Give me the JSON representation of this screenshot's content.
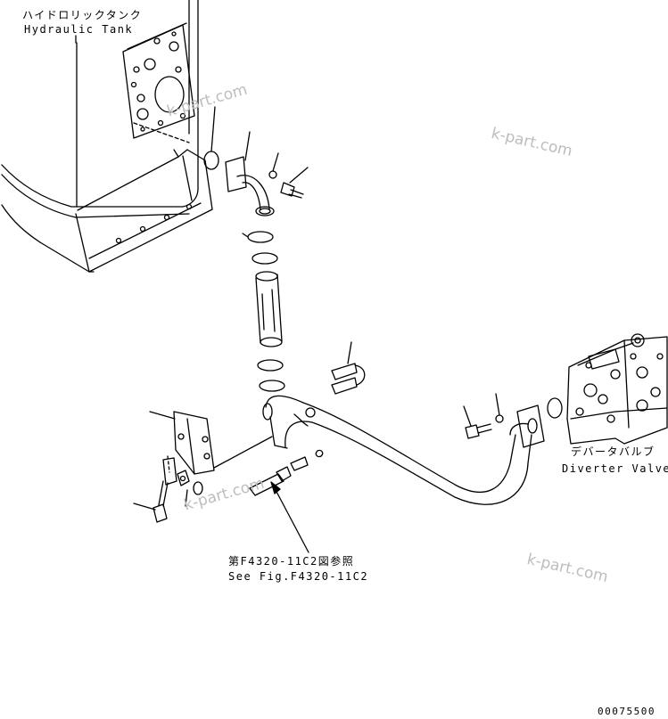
{
  "labels": {
    "hydraulic_tank_jp": "ハイドロリックタンク",
    "hydraulic_tank_en": "Hydraulic Tank",
    "diverter_valve_jp": "デバータバルブ",
    "diverter_valve_en": "Diverter Valve",
    "see_fig_jp": "第F4320-11C2図参照",
    "see_fig_en": "See Fig.F4320-11C2",
    "figure_number": "00075500"
  },
  "watermarks": [
    "k-part.com",
    "k-part.com",
    "k-part.com",
    "k-part.com"
  ]
}
